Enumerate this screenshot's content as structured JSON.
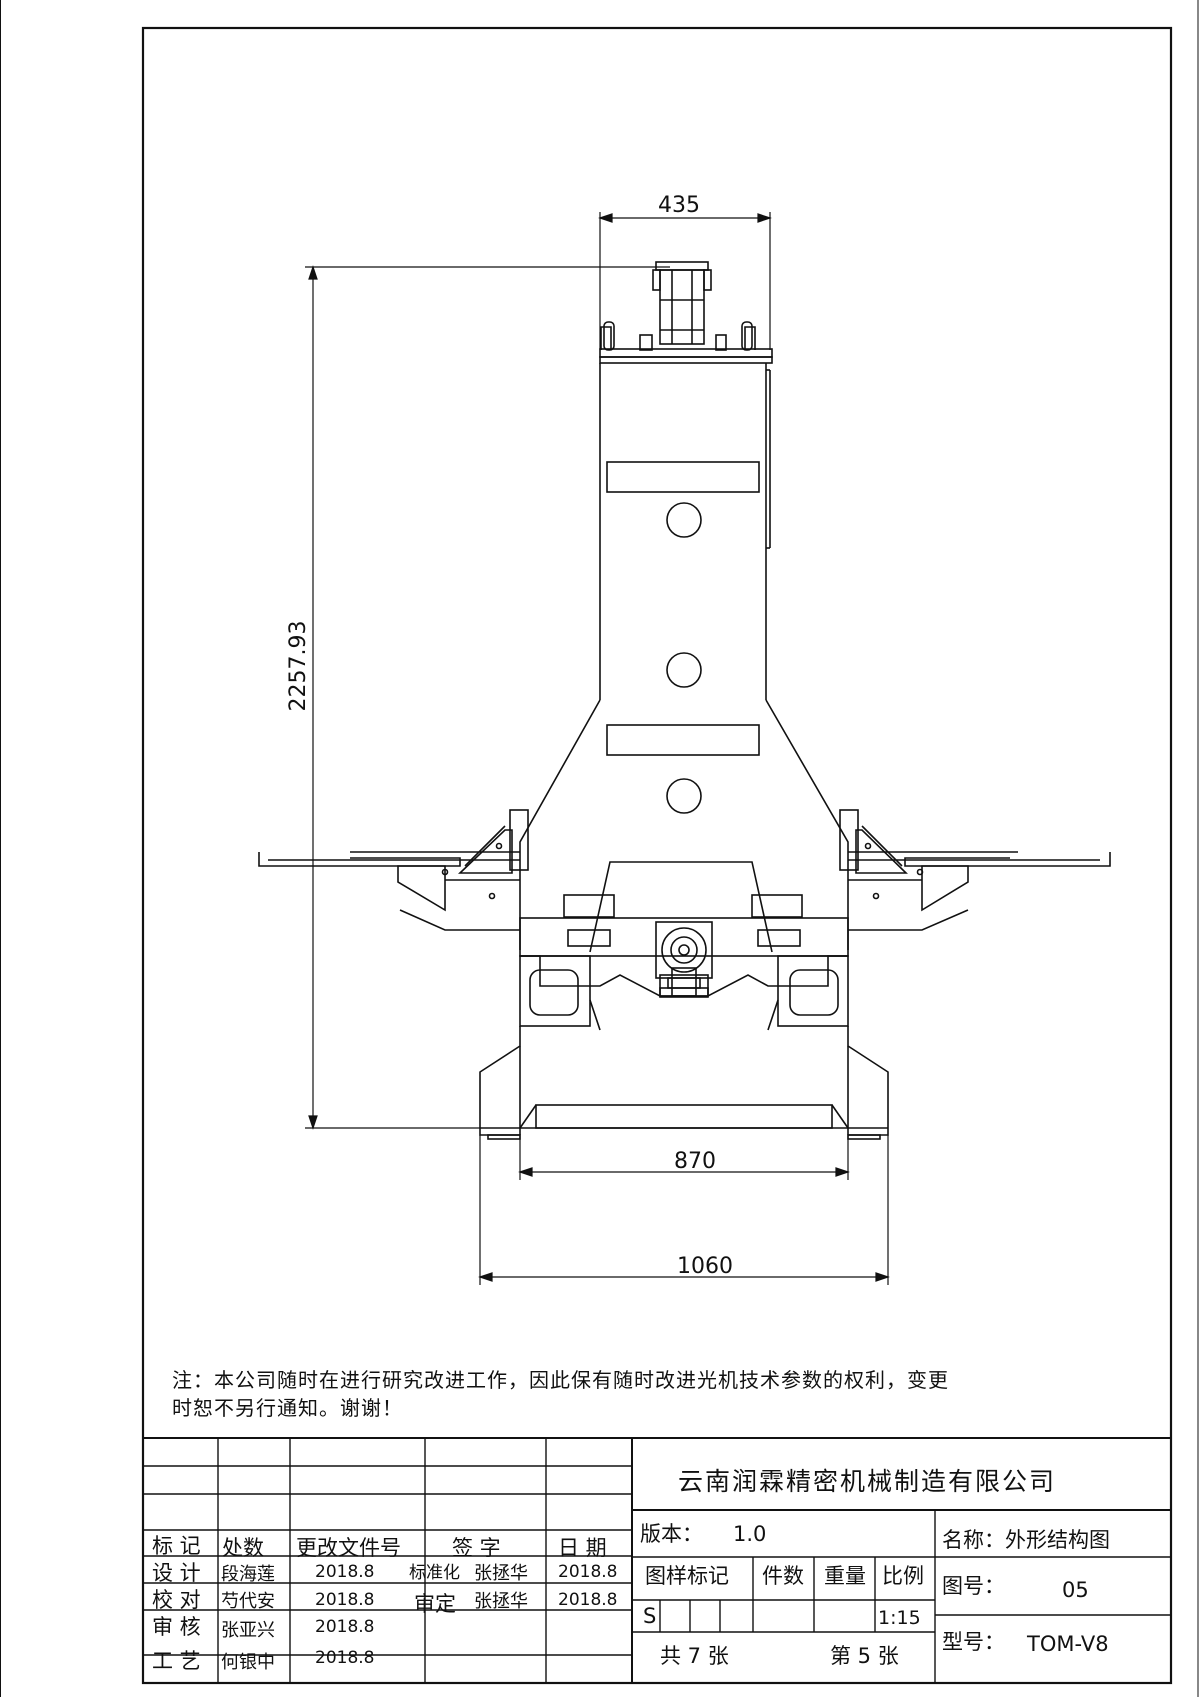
{
  "drawing": {
    "dimensions": {
      "top_width": "435",
      "height": "2257.93",
      "base_inner_width": "870",
      "base_outer_width": "1060"
    }
  },
  "note": {
    "line1": "注：本公司随时在进行研究改进工作，因此保有随时改进光机技术参数的权利，变更",
    "line2": "时恕不另行通知。谢谢！"
  },
  "title_block": {
    "company": "云南润霖精密机械制造有限公司",
    "headers": {
      "mark": "标 记",
      "count": "处数",
      "change_doc": "更改文件号",
      "signature": "签 字",
      "date": "日 期"
    },
    "rows": [
      {
        "role": "设 计",
        "name": "段海莲",
        "date": "2018.8"
      },
      {
        "role": "校 对",
        "name": "芍代安",
        "date": "2018.8"
      },
      {
        "role": "审 核",
        "name": "张亚兴",
        "date": "2018.8"
      },
      {
        "role": "工 艺",
        "name": "何银中",
        "date": "2018.8"
      }
    ],
    "standardization": {
      "label": "标准化",
      "name": "张拯华",
      "date": "2018.8"
    },
    "approval": {
      "label": "审定",
      "name": "张拯华",
      "date": "2018.8"
    },
    "version_label": "版本：",
    "version": "1.0",
    "columns": {
      "pattern_mark": "图样标记",
      "quantity": "件数",
      "weight": "重量",
      "scale": "比例"
    },
    "pattern_mark_value": "S",
    "scale_value": "1:15",
    "total_sheets": "共 7 张",
    "sheet_number": "第 5 张",
    "name": "名称：外形结构图",
    "drawing_no_label": "图号：",
    "drawing_no": "05",
    "model_label": "型号：",
    "model": "TOM-V8"
  }
}
